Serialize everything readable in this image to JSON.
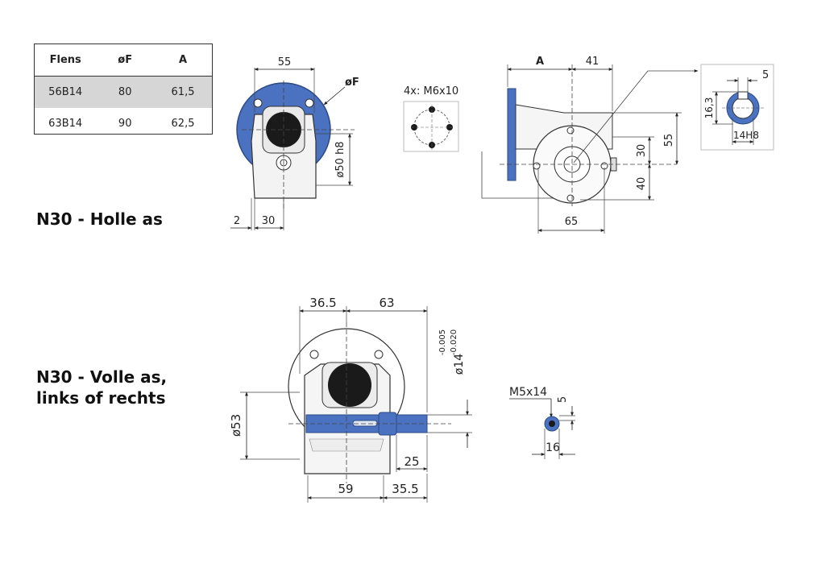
{
  "table": {
    "headers": [
      "Flens",
      "øF",
      "A"
    ],
    "rows": [
      [
        "56B14",
        "80",
        "61,5"
      ],
      [
        "63B14",
        "90",
        "62,5"
      ]
    ]
  },
  "sections": {
    "hollow": {
      "title": "N30 - Holle as"
    },
    "solid": {
      "title_line1": "N30 - Volle as,",
      "title_line2": "links of rechts"
    }
  },
  "dims": {
    "hollow_front": {
      "width": "55",
      "flange": "øF",
      "pilot": "ø50 h8",
      "offset": "2",
      "half": "30"
    },
    "bolt_pattern": {
      "label": "4x: M6x10"
    },
    "hollow_side": {
      "a": "A",
      "b": "41",
      "h1": "55",
      "h2": "30",
      "h3": "40",
      "w": "65"
    },
    "keyway": {
      "k1": "5",
      "k2": "16,3",
      "k3": "14H8"
    },
    "solid_front": {
      "t1": "36.5",
      "t2": "63",
      "dia53": "ø53",
      "tol_hi": "-0.005",
      "tol_lo": "-0.020",
      "shaft": "ø14",
      "key": "25",
      "bottom1": "59",
      "bottom2": "35.5"
    },
    "shaft_end": {
      "thread": "M5x14",
      "k": "5",
      "d": "16"
    }
  },
  "colors": {
    "blue": "#4a72c0",
    "dark": "#1a1a1a",
    "line": "#444444",
    "shade": "#d6d6d6"
  }
}
